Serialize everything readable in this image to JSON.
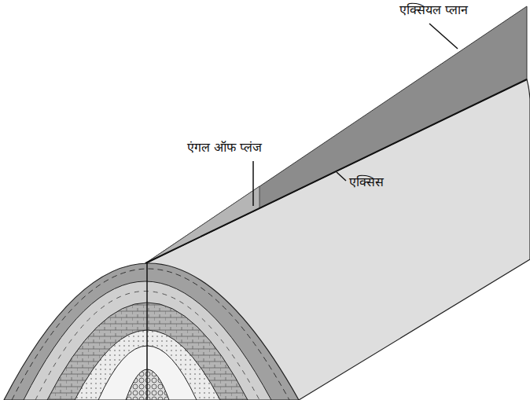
{
  "diagram": {
    "labels": [
      "एक्सियल प्लान",
      "एंगल ऑफ प्लंज",
      "एक्सिस"
    ]
  }
}
